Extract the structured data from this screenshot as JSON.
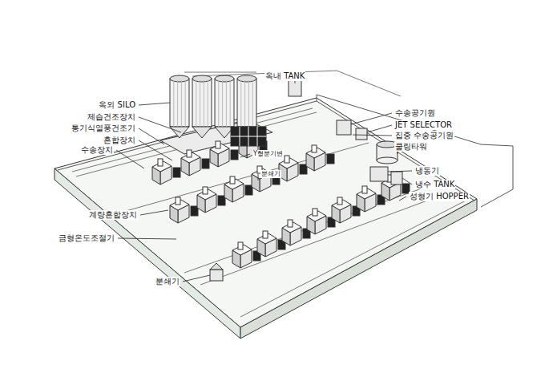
{
  "diagram": {
    "labels": [
      "옥외 SILO",
      "제습건조장치",
      "통기식열풍건조기",
      "혼합장치",
      "수송장치",
      "옥내 TANK",
      "수송공기원",
      "JET SELECTOR",
      "집중 수송공기원",
      "쿨링타워",
      "냉동기",
      "냉수 TANK",
      "성형기 HOPPER",
      "Y형분기변",
      "분쇄기",
      "계량혼합장치",
      "금형온도조절기",
      "분쇄기"
    ]
  }
}
